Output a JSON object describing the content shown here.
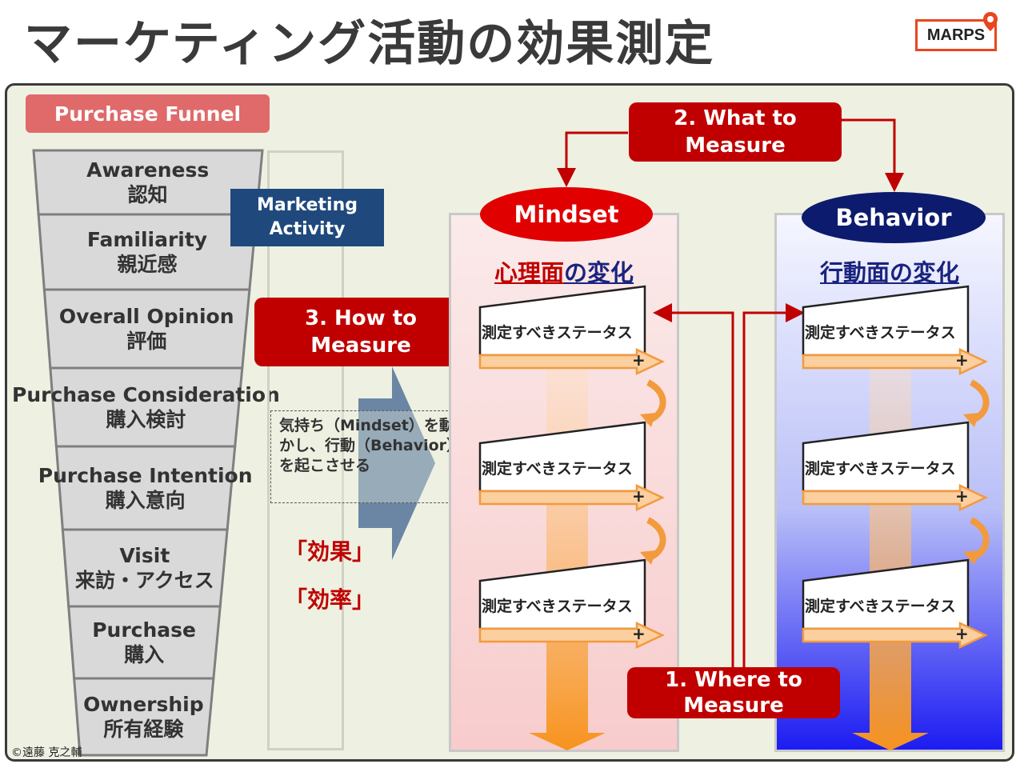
{
  "title": "マーケティング活動の効果測定",
  "logo_text": "MARPS",
  "funnel": {
    "header": "Purchase Funnel",
    "stages": [
      {
        "en": "Awareness",
        "ja": "認知"
      },
      {
        "en": "Familiarity",
        "ja": "親近感"
      },
      {
        "en": "Overall Opinion",
        "ja": "評価"
      },
      {
        "en": "Purchase Consideration",
        "ja": "購入検討"
      },
      {
        "en": "Purchase Intention",
        "ja": "購入意向"
      },
      {
        "en": "Visit",
        "ja": "来訪・アクセス"
      },
      {
        "en": "Purchase",
        "ja": "購入"
      },
      {
        "en": "Ownership",
        "ja": "所有経験"
      }
    ]
  },
  "marketing_activity": "Marketing\nActivity",
  "what_to_measure": "2. What to\nMeasure",
  "how_to_measure": "3. How to\nMeasure",
  "where_to_measure": "1. Where to\nMeasure",
  "note": "気持ち（Mindset）を動かし、行動（Behavior）を起こさせる",
  "effect": "「効果」",
  "efficiency": "「効率」",
  "mindset": {
    "label": "Mindset",
    "subhead_em": "心理面",
    "subhead_rest": "の変化",
    "cards": [
      "測定すべきステータス",
      "測定すべきステータス",
      "測定すべきステータス"
    ]
  },
  "behavior": {
    "label": "Behavior",
    "subhead_em": "行動面",
    "subhead_rest": "の変化",
    "cards": [
      "測定すべきステータス",
      "測定すべきステータス",
      "測定すべきステータス"
    ]
  },
  "plus": "+",
  "copyright": "©遠藤 克之輔",
  "colors": {
    "red": "#c00000",
    "navy": "#1f497d",
    "behavior_oval": "#0d1b6e",
    "mindset_oval": "#e00000",
    "orange": "#f39a3c",
    "panel_bg": "#eef1e2"
  }
}
